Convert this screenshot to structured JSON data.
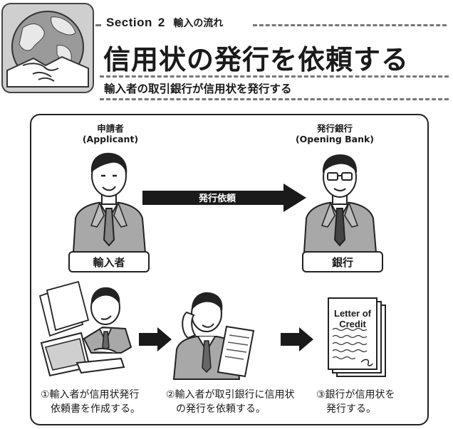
{
  "header": {
    "section_label": "Section",
    "section_number": "2",
    "section_topic": "輸入の流れ",
    "title": "信用状の発行を依頼する",
    "subtitle": "輸入者の取引銀行が信用状を発行する"
  },
  "diagram": {
    "applicant": {
      "role_ja": "申請者",
      "role_en": "(Applicant)",
      "name": "輸入者"
    },
    "bank": {
      "role_ja": "発行銀行",
      "role_en": "(Opening Bank)",
      "name": "銀行"
    },
    "request_arrow_label": "発行依頼",
    "document": {
      "line1": "Letter of",
      "line2": "Credit"
    },
    "steps": [
      {
        "line1": "①輸入者が信用状発行",
        "line2": "依頼書を作成する。"
      },
      {
        "line1": "②輸入者が取引銀行に信用状",
        "line2": "の発行を依頼する。"
      },
      {
        "line1": "③銀行が信用状を",
        "line2": "発行する。"
      }
    ]
  },
  "colors": {
    "line": "#222222",
    "suit_gray": "#a8a8a8",
    "globe_gray": "#8c8c8c",
    "arrow": "#1a1a1a"
  }
}
